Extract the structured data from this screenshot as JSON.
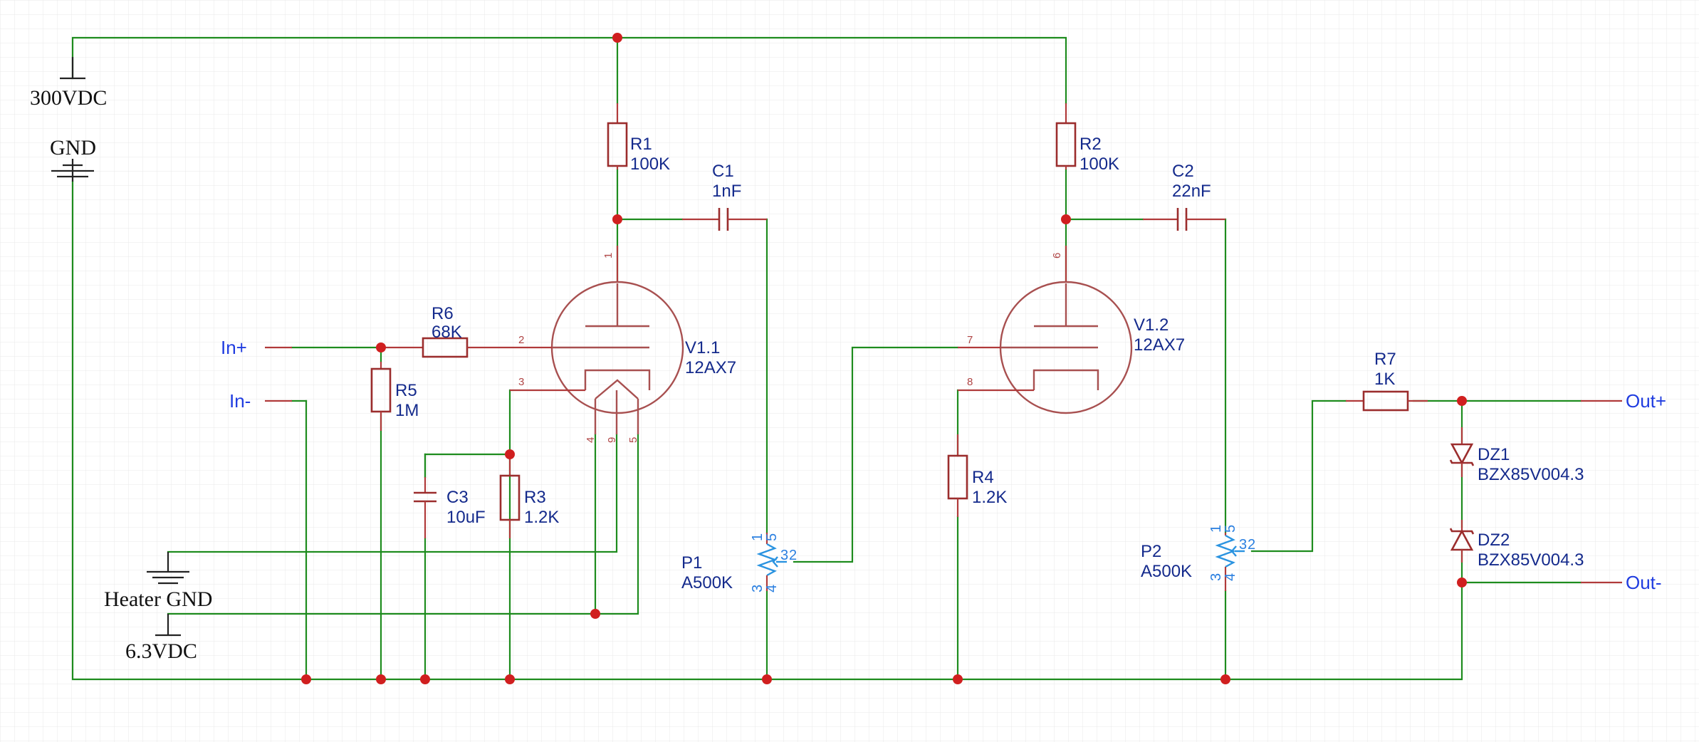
{
  "power": {
    "vplus": "300VDC",
    "gnd": "GND",
    "heater_gnd": "Heater GND",
    "heater_v": "6.3VDC"
  },
  "nets": {
    "in_plus": "In+",
    "in_minus": "In-",
    "out_plus": "Out+",
    "out_minus": "Out-"
  },
  "parts": {
    "r1": {
      "ref": "R1",
      "value": "100K"
    },
    "r2": {
      "ref": "R2",
      "value": "100K"
    },
    "r3": {
      "ref": "R3",
      "value": "1.2K"
    },
    "r4": {
      "ref": "R4",
      "value": "1.2K"
    },
    "r5": {
      "ref": "R5",
      "value": "1M"
    },
    "r6": {
      "ref": "R6",
      "value": "68K"
    },
    "r7": {
      "ref": "R7",
      "value": "1K"
    },
    "c1": {
      "ref": "C1",
      "value": "1nF"
    },
    "c2": {
      "ref": "C2",
      "value": "22nF"
    },
    "c3": {
      "ref": "C3",
      "value": "10uF"
    },
    "v11": {
      "ref": "V1.1",
      "value": "12AX7"
    },
    "v12": {
      "ref": "V1.2",
      "value": "12AX7"
    },
    "p1": {
      "ref": "P1",
      "value": "A500K"
    },
    "p2": {
      "ref": "P2",
      "value": "A500K"
    },
    "dz1": {
      "ref": "DZ1",
      "value": "BZX85V004.3"
    },
    "dz2": {
      "ref": "DZ2",
      "value": "BZX85V004.3"
    }
  },
  "pins": {
    "v11_plate": "1",
    "v11_grid": "2",
    "v11_cathode": "3",
    "v11_heater_a": "4",
    "v11_heater_ct": "9",
    "v11_heater_b": "5",
    "v12_plate": "6",
    "v12_grid": "7",
    "v12_cathode": "8",
    "pot_1": "1",
    "pot_5": "5",
    "pot_3": "3",
    "pot_4": "4",
    "pot_2": "2"
  }
}
